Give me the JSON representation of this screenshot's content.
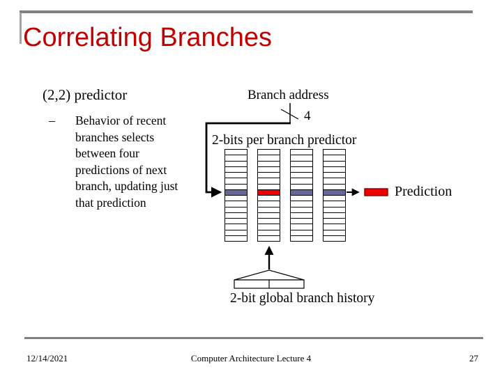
{
  "slide": {
    "title": "Correlating Branches",
    "subtitle": "(2,2) predictor",
    "bullet": {
      "marker": "–",
      "lines": [
        "Behavior of recent",
        "branches selects",
        "between four",
        "predictions of next",
        "branch, updating just",
        "that prediction"
      ]
    }
  },
  "diagram": {
    "branch_address_label": "Branch address",
    "bus_width_label": "4",
    "predictor_label": "2-bits per branch predictor",
    "prediction_label": "Prediction",
    "history_label": "2-bit global branch history",
    "tables": {
      "count": 4,
      "rows": 16,
      "highlight_row": 8,
      "highlight_colors": [
        "#666699",
        "#ee0000",
        "#666699",
        "#666699"
      ]
    },
    "history_register_cells": 2,
    "colors": {
      "slate": "#666699",
      "red": "#ee0000",
      "line": "#000000"
    }
  },
  "footer": {
    "date": "12/14/2021",
    "course": "Computer Architecture Lecture 4",
    "page": "27"
  },
  "theme": {
    "title_color": "#c00000",
    "rule_color": "#808080",
    "background": "#ffffff"
  }
}
